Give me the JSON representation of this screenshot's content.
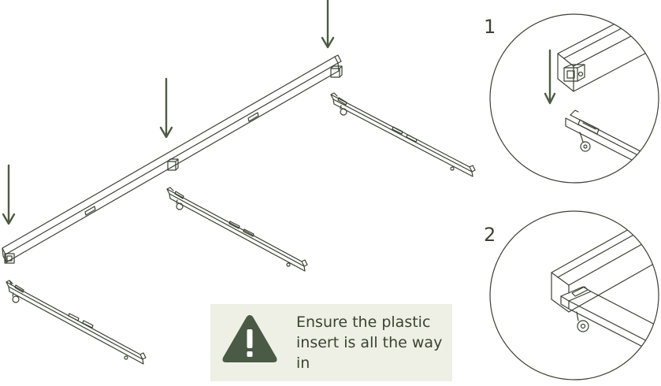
{
  "steps": [
    {
      "number": "1"
    },
    {
      "number": "2"
    }
  ],
  "warning": {
    "icon": "warning-triangle-icon",
    "text": "Ensure the plastic insert is all the way in"
  },
  "colors": {
    "line": "#3c4132",
    "arrow": "#4e5a42",
    "icon_fill": "#4a5a44",
    "note_bg": "#eef0e6"
  }
}
